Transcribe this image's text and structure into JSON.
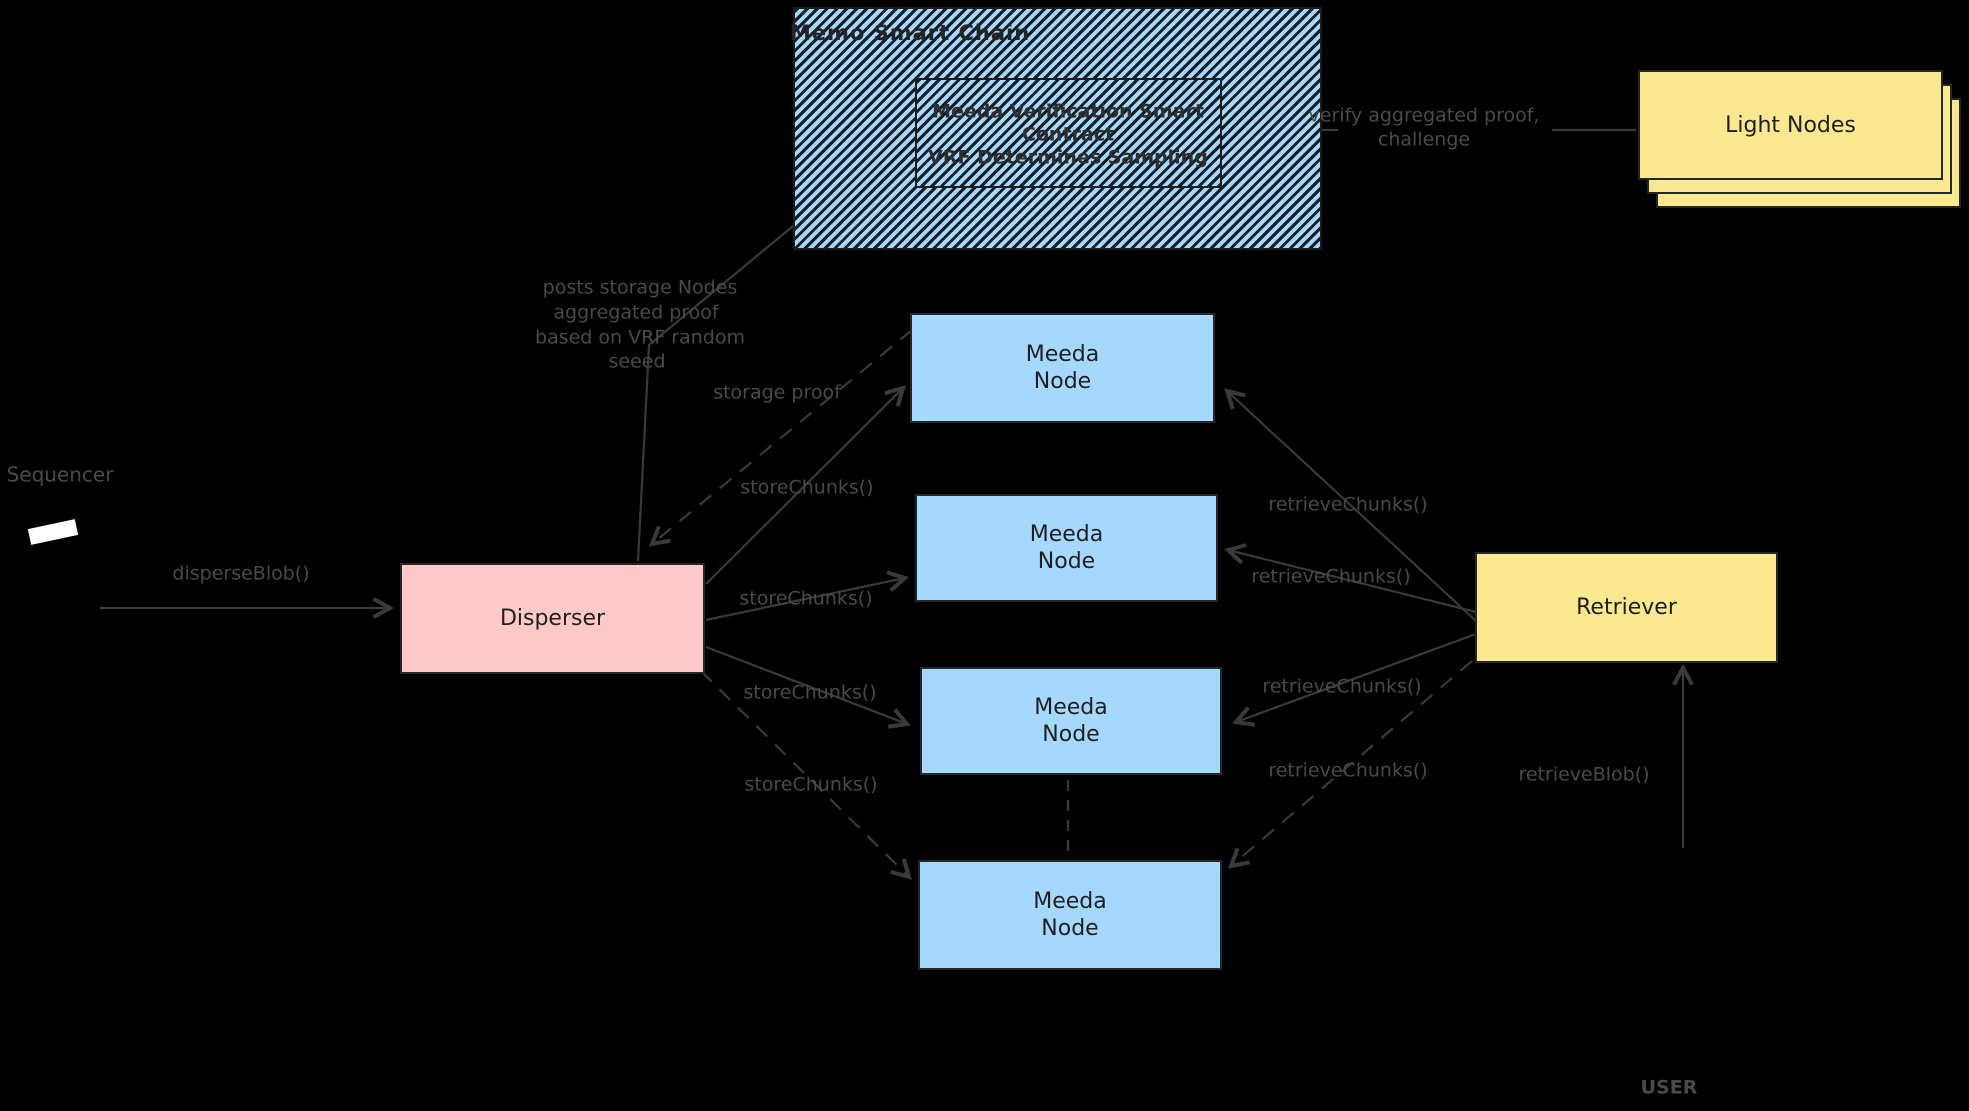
{
  "diagram": {
    "colors": {
      "background": "#000000",
      "node_blue": "#a5d8ff",
      "disperser_pink": "#ffc9c9",
      "retriever_yellow": "#f9e88f",
      "annotation_gray": "#4a4a4a",
      "arrow_gray": "#3a3a3a"
    },
    "chain": {
      "title": "Memo Smart Chain",
      "contract_line1": "Meeda Verification Smart",
      "contract_line2": "Contract",
      "contract_line3": "VRF Determines Sampling"
    },
    "light_nodes": {
      "label": "Light Nodes"
    },
    "disperser": {
      "label": "Disperser"
    },
    "retriever": {
      "label": "Retriever"
    },
    "meeda_nodes": [
      {
        "line1": "Meeda",
        "line2": "Node"
      },
      {
        "line1": "Meeda",
        "line2": "Node"
      },
      {
        "line1": "Meeda",
        "line2": "Node"
      },
      {
        "line1": "Meeda",
        "line2": "Node"
      }
    ],
    "actors": {
      "sequencer": "Sequencer",
      "user": "USER"
    },
    "edge_labels": {
      "disperse_blob": "disperseBlob()",
      "storage_proof": "storage proof",
      "retrieve_blob": "retrieveBlob()",
      "verify_line1": "verify aggregated proof,",
      "verify_line2": "challenge",
      "posts_line1": "posts storage Nodes",
      "posts_line2": "aggregated proof",
      "posts_line3": "based on VRF random",
      "posts_line4": "seeed",
      "store_chunks": [
        "storeChunks()",
        "storeChunks()",
        "storeChunks()",
        "storeChunks()"
      ],
      "retrieve_chunks": [
        "retrieveChunks()",
        "retrieveChunks()",
        "retrieveChunks()",
        "retrieveChunks()"
      ]
    }
  }
}
